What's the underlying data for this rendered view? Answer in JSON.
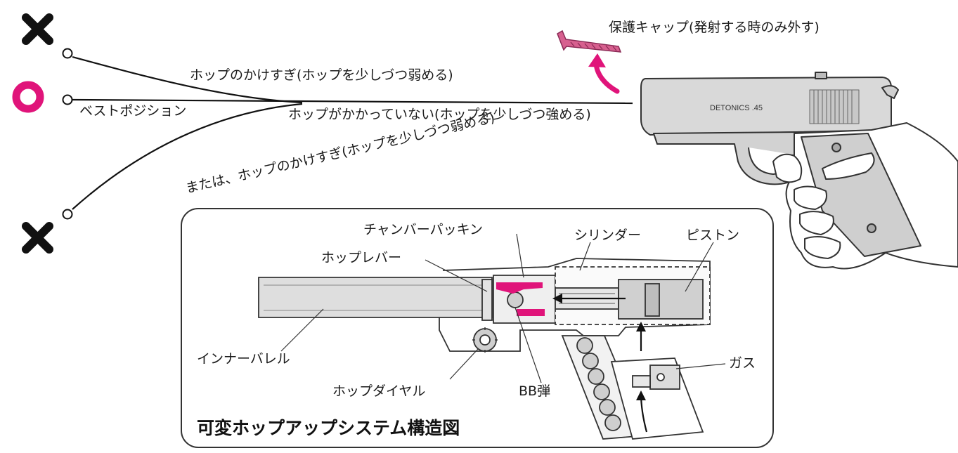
{
  "trajectory": {
    "too_much_hop": "ホップのかけすぎ(ホップを少しづつ弱める)",
    "best_position": "ベストポジション",
    "no_hop_line1": "ホップがかかっていない(ホップを少しづつ強める)",
    "no_hop_line2": "または、ホップのかけすぎ(ホップを少しづつ弱める)"
  },
  "cap_label": "保護キャップ(発射する時のみ外す)",
  "gun_marking": "DETONICS .45",
  "diagram": {
    "title": "可変ホップアップシステム構造図",
    "labels": {
      "chamber_packing": "チャンバーパッキン",
      "cylinder": "シリンダー",
      "piston": "ピストン",
      "hop_lever": "ホップレバー",
      "inner_barrel": "インナーバレル",
      "gas": "ガス",
      "hop_dial": "ホップダイヤル",
      "bb": "BB弾"
    }
  },
  "colors": {
    "accent": "#e0147a",
    "ink": "#111111",
    "metal": "#d9d9d9"
  }
}
